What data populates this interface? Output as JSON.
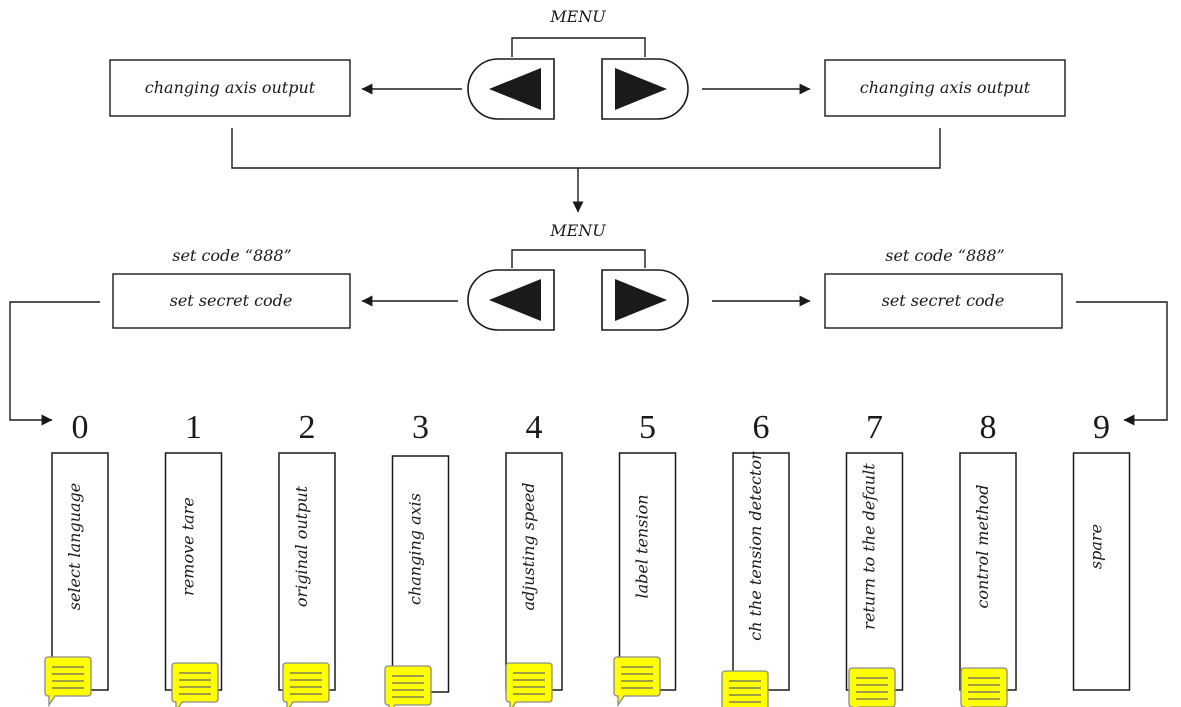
{
  "top_section": {
    "menu_label": "MENU",
    "left_box": "changing axis output",
    "right_box": "changing axis output"
  },
  "bottom_section": {
    "menu_label": "MENU",
    "left_caption": "set code “888”",
    "right_caption": "set code “888”",
    "left_box": "set secret code",
    "right_box": "set secret code"
  },
  "columns": [
    {
      "number": "0",
      "label": "select language"
    },
    {
      "number": "1",
      "label": "remove tare"
    },
    {
      "number": "2",
      "label": "original output"
    },
    {
      "number": "3",
      "label": "changing axis"
    },
    {
      "number": "4",
      "label": "adjusting speed"
    },
    {
      "number": "5",
      "label": "label tension"
    },
    {
      "number": "6",
      "label": "ch the tension detector"
    },
    {
      "number": "7",
      "label": "return to the default"
    },
    {
      "number": "8",
      "label": "control method"
    },
    {
      "number": "9",
      "label": "spare"
    }
  ],
  "colors": {
    "stroke": "#1a1a1a",
    "note_fill": "#ffff00",
    "note_stroke": "#8a8a8a"
  },
  "icons": {
    "left_button": "left-triangle-icon",
    "right_button": "right-triangle-icon",
    "note": "comment-note-icon"
  }
}
